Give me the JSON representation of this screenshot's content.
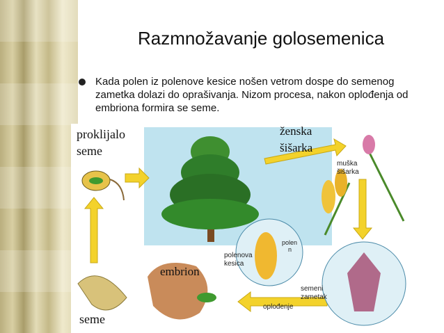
{
  "slide": {
    "title": "Razmnožavanje golosemenica",
    "bullet_text": "Kada polen iz polenove kesice nošen vetrom dospe do semenog zametka dolazi do oprašivanja. Nizom procesa, nakon oplođenja od embriona formira se seme."
  },
  "diagram": {
    "labels": {
      "proklijalo_1": "proklijalo",
      "proklijalo_2": "seme",
      "zenska_1": "ženska",
      "zenska_2": "šišarka",
      "muska_1": "muška",
      "muska_2": "šišarka",
      "polenova_1": "polenova",
      "polenova_2": "kesica",
      "polen_1": "polen",
      "polen_2": "n",
      "embrion": "embrion",
      "semeni_1": "semeni",
      "semeni_2": "zametak",
      "oplodjenje": "oplođenje",
      "seme": "seme"
    },
    "colors": {
      "arrow": "#f3d22b",
      "tree": "#2f7d2a",
      "sky": "#bfe3ef",
      "circle": "#dff0f6"
    }
  }
}
